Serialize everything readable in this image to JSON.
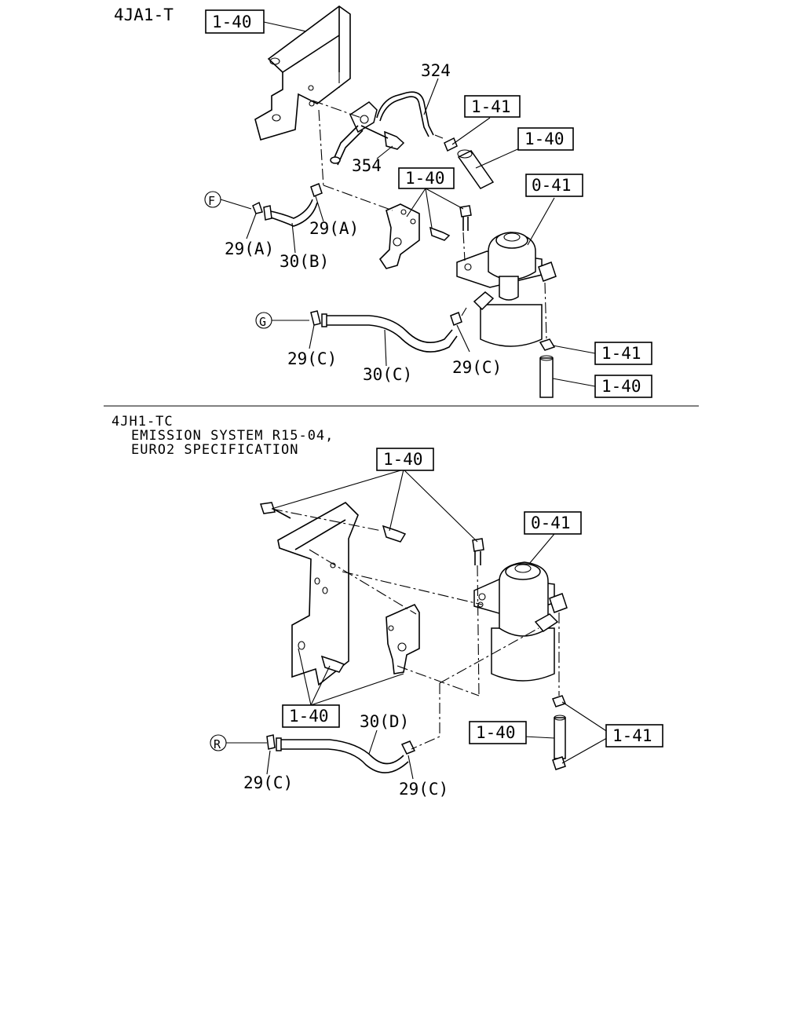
{
  "top_section": {
    "engine_code": "4JA1-T",
    "callouts": {
      "c1": "1-40",
      "c2": "324",
      "c3": "1-41",
      "c4": "1-40",
      "c5": "354",
      "c6": "1-40",
      "c7": "0-41",
      "c8": "29(A)",
      "c9": "29(A)",
      "c10": "30(B)",
      "c11": "29(C)",
      "c12": "30(C)",
      "c13": "29(C)",
      "c14": "1-41",
      "c15": "1-40"
    },
    "refs": {
      "f": "F",
      "g": "G"
    }
  },
  "bottom_section": {
    "engine_code": "4JH1-TC",
    "caption_line1": "EMISSION SYSTEM R15-04,",
    "caption_line2": "EURO2 SPECIFICATION",
    "callouts": {
      "d1": "1-40",
      "d2": "0-41",
      "d3": "1-40",
      "d4": "30(D)",
      "d5": "1-40",
      "d6": "1-41",
      "d7": "29(C)",
      "d8": "29(C)"
    },
    "refs": {
      "r": "R"
    }
  }
}
